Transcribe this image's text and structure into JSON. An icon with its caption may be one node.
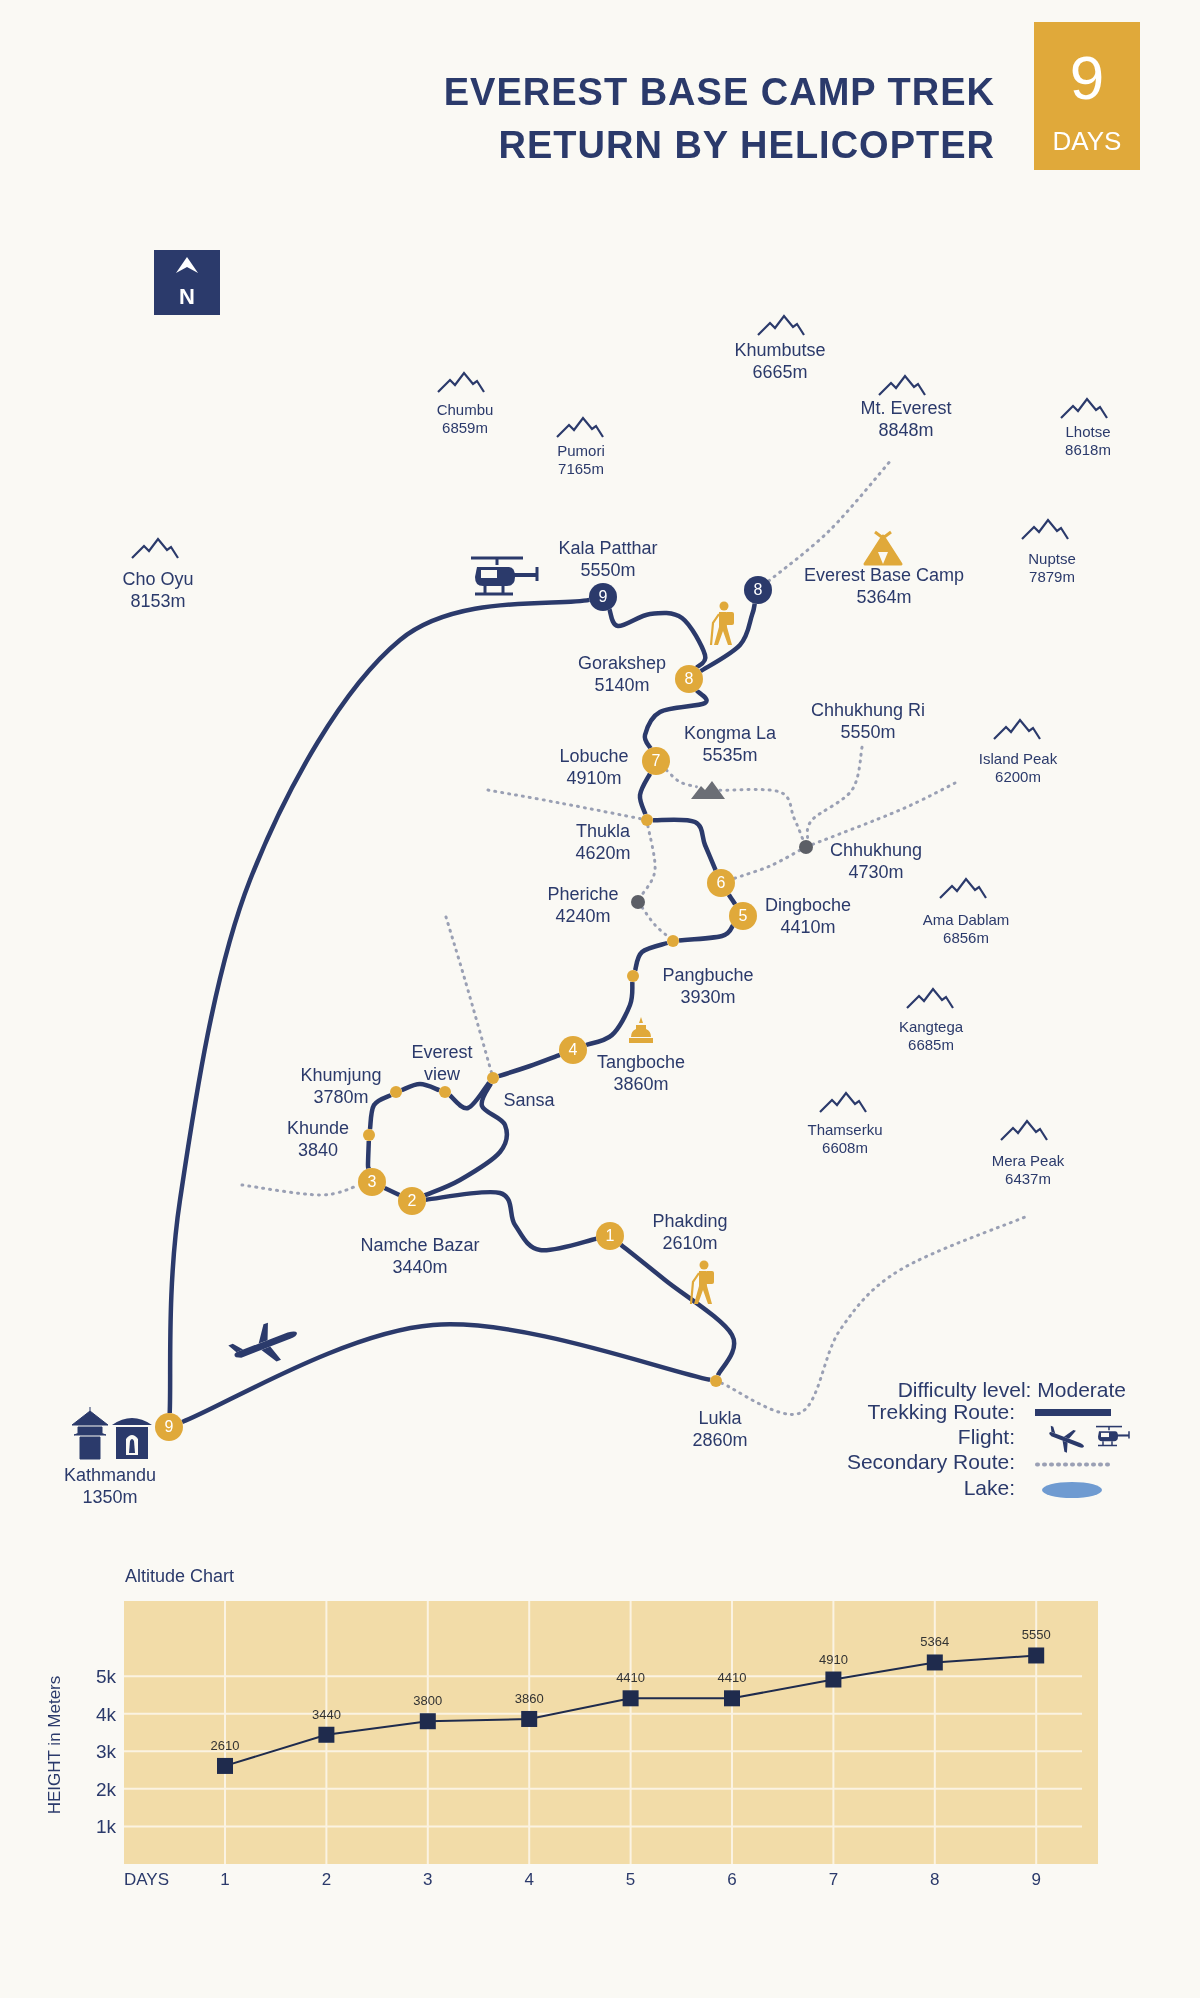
{
  "diagram": {
    "title": "EVEREST BASE CAMP TREK RETURN BY HELICOPTER",
    "nodes": [
      {
        "text": [
          "9"
        ],
        "beside": [
          "Kathmandu 1350m"
        ]
      },
      {
        "text": [],
        "shape": "circle",
        "beside": [
          "Lukla 2860m"
        ]
      },
      {
        "text": [
          "1"
        ],
        "beside": [
          "Phakding 2610m"
        ]
      },
      {
        "text": [
          "2"
        ],
        "beside": [
          "Namche Bazar 3440m"
        ]
      },
      {
        "text": [
          "3"
        ]
      },
      {
        "text": [],
        "shape": "circle",
        "beside": [
          "Khunde 3840"
        ]
      },
      {
        "text": [],
        "shape": "circle",
        "beside": [
          "Khumjung 3780m"
        ]
      },
      {
        "text": [],
        "shape": "circle",
        "beside": [
          "Everest view"
        ]
      },
      {
        "text": [],
        "shape": "circle",
        "beside": [
          "Sansa"
        ]
      },
      {
        "text": [
          "4"
        ],
        "beside": [
          "Tangboche 3860m"
        ]
      },
      {
        "text": [],
        "shape": "circle",
        "beside": [
          "Pangbuche 3930m"
        ]
      },
      {
        "text": [],
        "shape": "circle"
      },
      {
        "text": [],
        "shape": "circle",
        "beside": [
          "Pheriche 4240m"
        ]
      },
      {
        "text": [
          "5"
        ],
        "beside": [
          "Dingboche 4410m"
        ]
      },
      {
        "text": [
          "6"
        ]
      },
      {
        "text": [],
        "shape": "circle",
        "beside": [
          "Thukla 4620m"
        ]
      },
      {
        "text": [
          "7"
        ],
        "beside": [
          "Lobuche 4910m"
        ]
      },
      {
        "text": [],
        "shape": "picture",
        "beside": [
          "Kongma La 5535m"
        ]
      },
      {
        "text": [],
        "shape": "circle",
        "beside": [
          "Chhukhung 4730m"
        ]
      },
      {
        "text": [
          "8"
        ],
        "beside": [
          "Gorakshep 5140m"
        ]
      },
      {
        "text": [
          "8"
        ],
        "beside": [
          "Everest Base Camp 5364m"
        ]
      },
      {
        "text": [
          "9"
        ],
        "beside": [
          "Kala Patthar 5550m"
        ]
      },
      {
        "text": [
          "Chhukhung Ri 5550m"
        ]
      }
    ],
    "edges": [
      {
        "from": 0,
        "to": 1,
        "arrow": "none"
      },
      {
        "from": 1,
        "to": 2,
        "arrow": "none"
      },
      {
        "from": 2,
        "to": 3,
        "arrow": "none"
      },
      {
        "from": 3,
        "to": 4,
        "arrow": "none"
      },
      {
        "from": 4,
        "to": 5,
        "arrow": "none"
      },
      {
        "from": 5,
        "to": 6,
        "arrow": "none"
      },
      {
        "from": 6,
        "to": 7,
        "arrow": "none"
      },
      {
        "from": 7,
        "to": 8,
        "arrow": "none"
      },
      {
        "from": 3,
        "to": 8,
        "arrow": "none"
      },
      {
        "from": 8,
        "to": 9,
        "arrow": "none"
      },
      {
        "from": 9,
        "to": 10,
        "arrow": "none"
      },
      {
        "from": 10,
        "to": 11,
        "arrow": "none"
      },
      {
        "from": 11,
        "to": 13,
        "arrow": "none"
      },
      {
        "from": 13,
        "to": 14,
        "arrow": "none"
      },
      {
        "from": 14,
        "to": 15,
        "arrow": "none"
      },
      {
        "from": 15,
        "to": 16,
        "arrow": "none"
      },
      {
        "from": 16,
        "to": 19,
        "arrow": "none"
      },
      {
        "from": 19,
        "to": 20,
        "arrow": "none"
      },
      {
        "from": 19,
        "to": 21,
        "arrow": "none"
      },
      {
        "from": 21,
        "to": 0,
        "arrow": "none"
      },
      {
        "from": 20,
        "to": null,
        "arrow": "none",
        "style": "dashed",
        "color": "#9aa0b4"
      },
      {
        "from": null,
        "to": 15,
        "arrow": "none",
        "style": "dashed",
        "color": "#9aa0b4"
      },
      {
        "from": 15,
        "to": 12,
        "arrow": "none",
        "style": "dashed",
        "color": "#9aa0b4"
      },
      {
        "from": 12,
        "to": 11,
        "arrow": "none",
        "style": "dashed",
        "color": "#9aa0b4"
      },
      {
        "from": 16,
        "to": 17,
        "arrow": "none",
        "style": "dashed",
        "color": "#9aa0b4"
      },
      {
        "from": 17,
        "to": 18,
        "arrow": "none",
        "style": "dashed",
        "color": "#9aa0b4"
      },
      {
        "from": 22,
        "to": 18,
        "arrow": "none",
        "style": "dashed",
        "color": "#9aa0b4"
      },
      {
        "from": null,
        "to": 18,
        "arrow": "none",
        "style": "dashed",
        "color": "#9aa0b4"
      },
      {
        "from": 18,
        "to": 14,
        "arrow": "none",
        "style": "dashed",
        "color": "#9aa0b4"
      },
      {
        "from": null,
        "to": 8,
        "arrow": "none",
        "style": "dashed",
        "color": "#9aa0b4"
      },
      {
        "from": null,
        "to": 4,
        "arrow": "none",
        "style": "dashed",
        "color": "#9aa0b4"
      },
      {
        "from": 1,
        "to": null,
        "arrow": "none",
        "style": "dashed",
        "color": "#9aa0b4"
      }
    ],
    "labels": [
      "9",
      "DAYS",
      "N",
      "Khumbutse 6665m",
      "Chumbu 6859m",
      "Mt. Everest 8848m",
      "Lhotse 8618m",
      "Pumori 7165m",
      "Cho Oyu 8153m",
      "Nuptse 7879m",
      "Island Peak 6200m",
      "Ama Dablam 6856m",
      "Kangtega 6685m",
      "Thamserku 6608m",
      "Mera Peak 6437m",
      "Difficulty level: Moderate"
    ],
    "legend": [
      {
        "text": "Trekking Route:"
      },
      {
        "text": "Flight:"
      },
      {
        "text": "Secondary Route:"
      },
      {
        "text": "Lake:"
      }
    ],
    "chart_data": {
      "type": "line",
      "title": "Altitude Chart",
      "xlabel": "DAYS",
      "ylabel": "HEIGHT in Meters",
      "categories": [
        "1",
        "2",
        "3",
        "4",
        "5",
        "6",
        "7",
        "8",
        "9"
      ],
      "series": [
        {
          "color": "#1f2b4d",
          "marker": "square",
          "values": [
            2610,
            3440,
            3800,
            3860,
            4410,
            4410,
            4910,
            5364,
            5550
          ]
        }
      ],
      "yticks": [
        {
          "value": 1000,
          "label": "1k"
        },
        {
          "value": 2000,
          "label": "2k"
        },
        {
          "value": 3000,
          "label": "3k"
        },
        {
          "value": 4000,
          "label": "4k"
        },
        {
          "value": 5000,
          "label": "5k"
        }
      ],
      "ylim": [
        0,
        7000
      ],
      "grid": true,
      "data_labels": true
    }
  }
}
